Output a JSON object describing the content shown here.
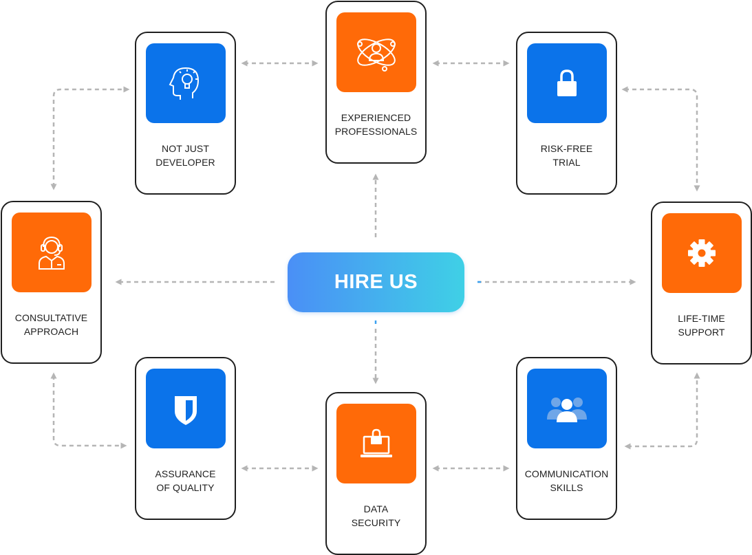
{
  "center": {
    "label": "HIRE US"
  },
  "colors": {
    "orange": "#ff6a08",
    "blue": "#0b73ea",
    "connector": "#b5b5b5",
    "center_start": "#4a8ff6",
    "center_end": "#3fd0e6"
  },
  "cards": {
    "experienced": {
      "line1": "EXPERIENCED",
      "line2": "PROFESSIONALS",
      "icon": "atom-professional-icon",
      "color": "orange"
    },
    "developer": {
      "line1": "NOT JUST",
      "line2": "DEVELOPER",
      "icon": "head-lightbulb-icon",
      "color": "blue"
    },
    "risk_free": {
      "line1": "RISK-FREE",
      "line2": "TRIAL",
      "icon": "lock-icon",
      "color": "blue"
    },
    "consultative": {
      "line1": "CONSULTATIVE",
      "line2": "APPROACH",
      "icon": "headset-agent-icon",
      "color": "orange"
    },
    "lifetime": {
      "line1": "LIFE-TIME",
      "line2": "SUPPORT",
      "icon": "gear-icon",
      "color": "orange"
    },
    "assurance": {
      "line1": "ASSURANCE",
      "line2": "OF QUALITY",
      "icon": "shield-icon",
      "color": "blue"
    },
    "data_security": {
      "line1": "DATA",
      "line2": "SECURITY",
      "icon": "laptop-lock-icon",
      "color": "orange"
    },
    "communication": {
      "line1": "COMMUNICATION",
      "line2": "SKILLS",
      "icon": "group-users-icon",
      "color": "blue"
    }
  }
}
